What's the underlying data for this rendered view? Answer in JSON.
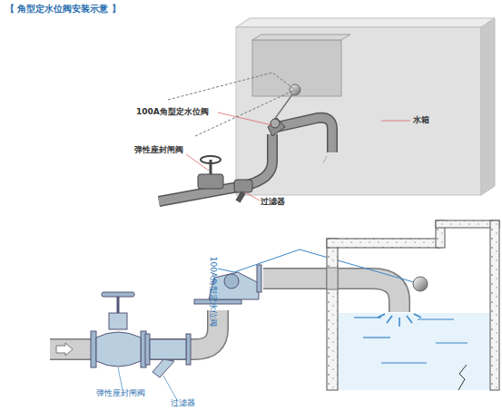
{
  "diagram": {
    "title": "【 角型定水位阀安装示意 】",
    "labels": [
      "100A角型定水位阀",
      "弹性座封闸阀",
      "过滤器",
      "水箱",
      "弹性座封闸阀",
      "过滤器",
      "100A角型定水位阀"
    ]
  }
}
